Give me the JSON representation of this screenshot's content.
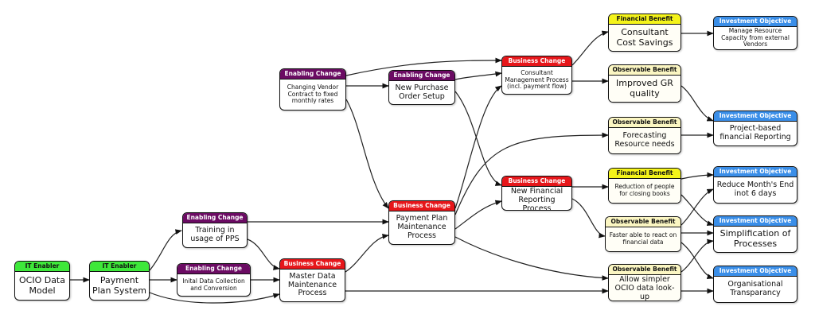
{
  "types": {
    "it_enabler": "IT Enabler",
    "enabling_change": "Enabling Change",
    "business_change": "Business Change",
    "financial_benefit": "Financial Benefit",
    "observable_benefit": "Observable Benefit",
    "investment_objective": "Investment Objective"
  },
  "colors": {
    "it_enabler": "#3ee83a",
    "enabling_change": "#6b0b63",
    "business_change": "#e6161a",
    "financial_benefit": "#f4f31a",
    "observable_benefit": "#fbf6c2",
    "investment_objective": "#3a8ee8"
  },
  "nodes": {
    "ocio": {
      "type": "IT Enabler",
      "label": "OCIO Data Model"
    },
    "pps": {
      "type": "IT Enabler",
      "label": "Payment Plan System"
    },
    "training": {
      "type": "Enabling Change",
      "label": "Training in usage of PPS"
    },
    "initial": {
      "type": "Enabling Change",
      "label": "Inital Data Collection and Conversion"
    },
    "vendor": {
      "type": "Enabling Change",
      "label": "Changing Vendor Contract to  fixed monthly rates"
    },
    "po": {
      "type": "Enabling Change",
      "label": "New Purchase Order Setup"
    },
    "mdm": {
      "type": "Business Change",
      "label": "Master Data Maintenance Process"
    },
    "ppm": {
      "type": "Business Change",
      "label": "Payment Plan Maintenance Process"
    },
    "cmp": {
      "type": "Business Change",
      "label": "Consultant Management Process (incl. payment flow)"
    },
    "nfr": {
      "type": "Business Change",
      "label": "New Financial Reporting Process"
    },
    "ccs": {
      "type": "Financial Benefit",
      "label": "Consultant Cost Savings"
    },
    "rop": {
      "type": "Financial Benefit",
      "label": "Reduction of people for closing books"
    },
    "igr": {
      "type": "Observable Benefit",
      "label": "Improved GR quality"
    },
    "frn": {
      "type": "Observable Benefit",
      "label": "Forecasting Resource needs"
    },
    "far": {
      "type": "Observable Benefit",
      "label": "Faster able to react on financial data"
    },
    "aso": {
      "type": "Observable Benefit",
      "label": "Allow simpler OCIO data look-up"
    },
    "mrc": {
      "type": "Investment Objective",
      "label": "Manage Resource Capacity from external Vendors"
    },
    "pbf": {
      "type": "Investment Objective",
      "label": "Project-based financial Reporting"
    },
    "rme": {
      "type": "Investment Objective",
      "label": "Reduce Month's End inot 6 days"
    },
    "sop": {
      "type": "Investment Objective",
      "label": "Simplification of Processes"
    },
    "otr": {
      "type": "Investment Objective",
      "label": "Organisational Transparancy"
    }
  }
}
